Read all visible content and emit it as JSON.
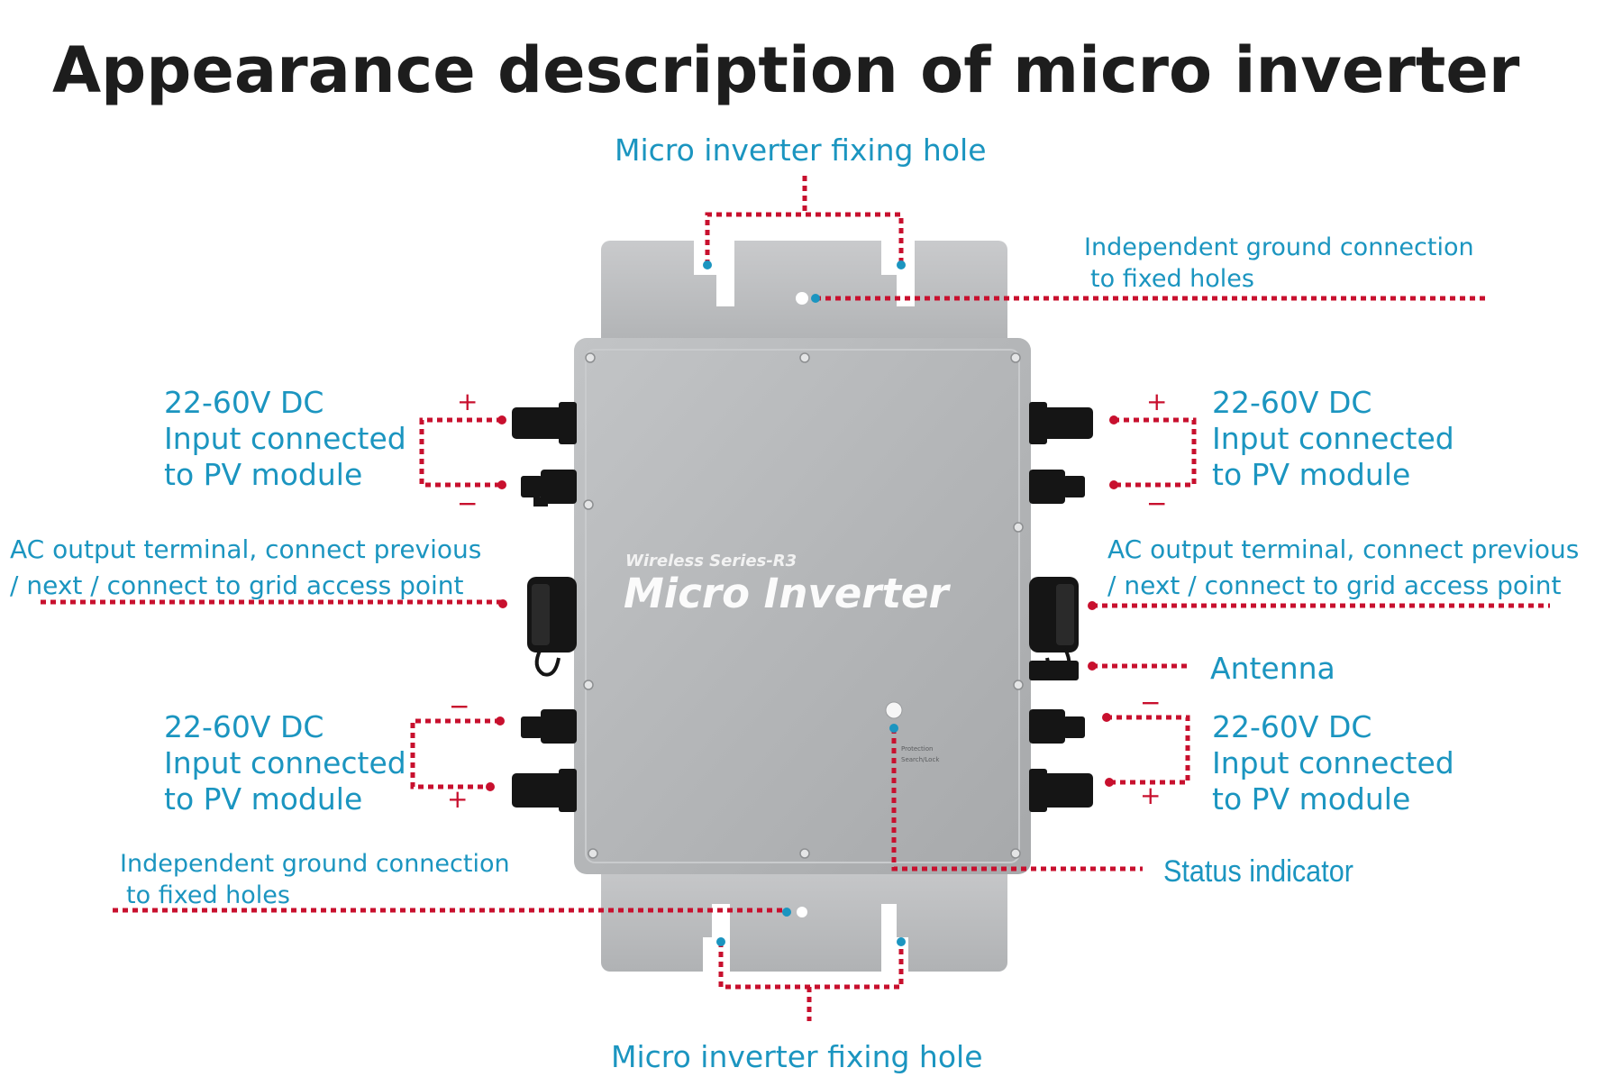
{
  "title": "Appearance description of micro inverter",
  "device": {
    "series": "Wireless Series-R3",
    "name": "Micro Inverter",
    "indicator_labels": [
      "Protection",
      "Search/Lock"
    ]
  },
  "labels": {
    "fixing_hole_top": "Micro inverter fixing hole",
    "fixing_hole_bottom": "Micro inverter fixing hole",
    "ground_top": [
      "Independent ground connection",
      "to fixed holes"
    ],
    "ground_bottom": [
      "Independent ground connection",
      "to fixed holes"
    ],
    "dc_top_left": [
      "22-60V DC",
      "Input connected",
      "to PV module"
    ],
    "dc_top_right": [
      "22-60V DC",
      "Input connected",
      "to PV module"
    ],
    "dc_bottom_left": [
      "22-60V DC",
      "Input connected",
      "to PV module"
    ],
    "dc_bottom_right": [
      "22-60V DC",
      "Input connected",
      "to PV module"
    ],
    "ac_left": [
      "AC output terminal, connect previous",
      "/ next / connect to grid access point"
    ],
    "ac_right": [
      "AC output terminal, connect previous",
      "/ next / connect to grid access point"
    ],
    "antenna": "Antenna",
    "status": "Status indicator"
  },
  "signs": {
    "plus": "+",
    "minus": "−"
  },
  "colors": {
    "label_text": "#1b95c0",
    "leader_line": "#c8102e",
    "title_text": "#1d1d1d",
    "housing": "#b4b6b8"
  }
}
